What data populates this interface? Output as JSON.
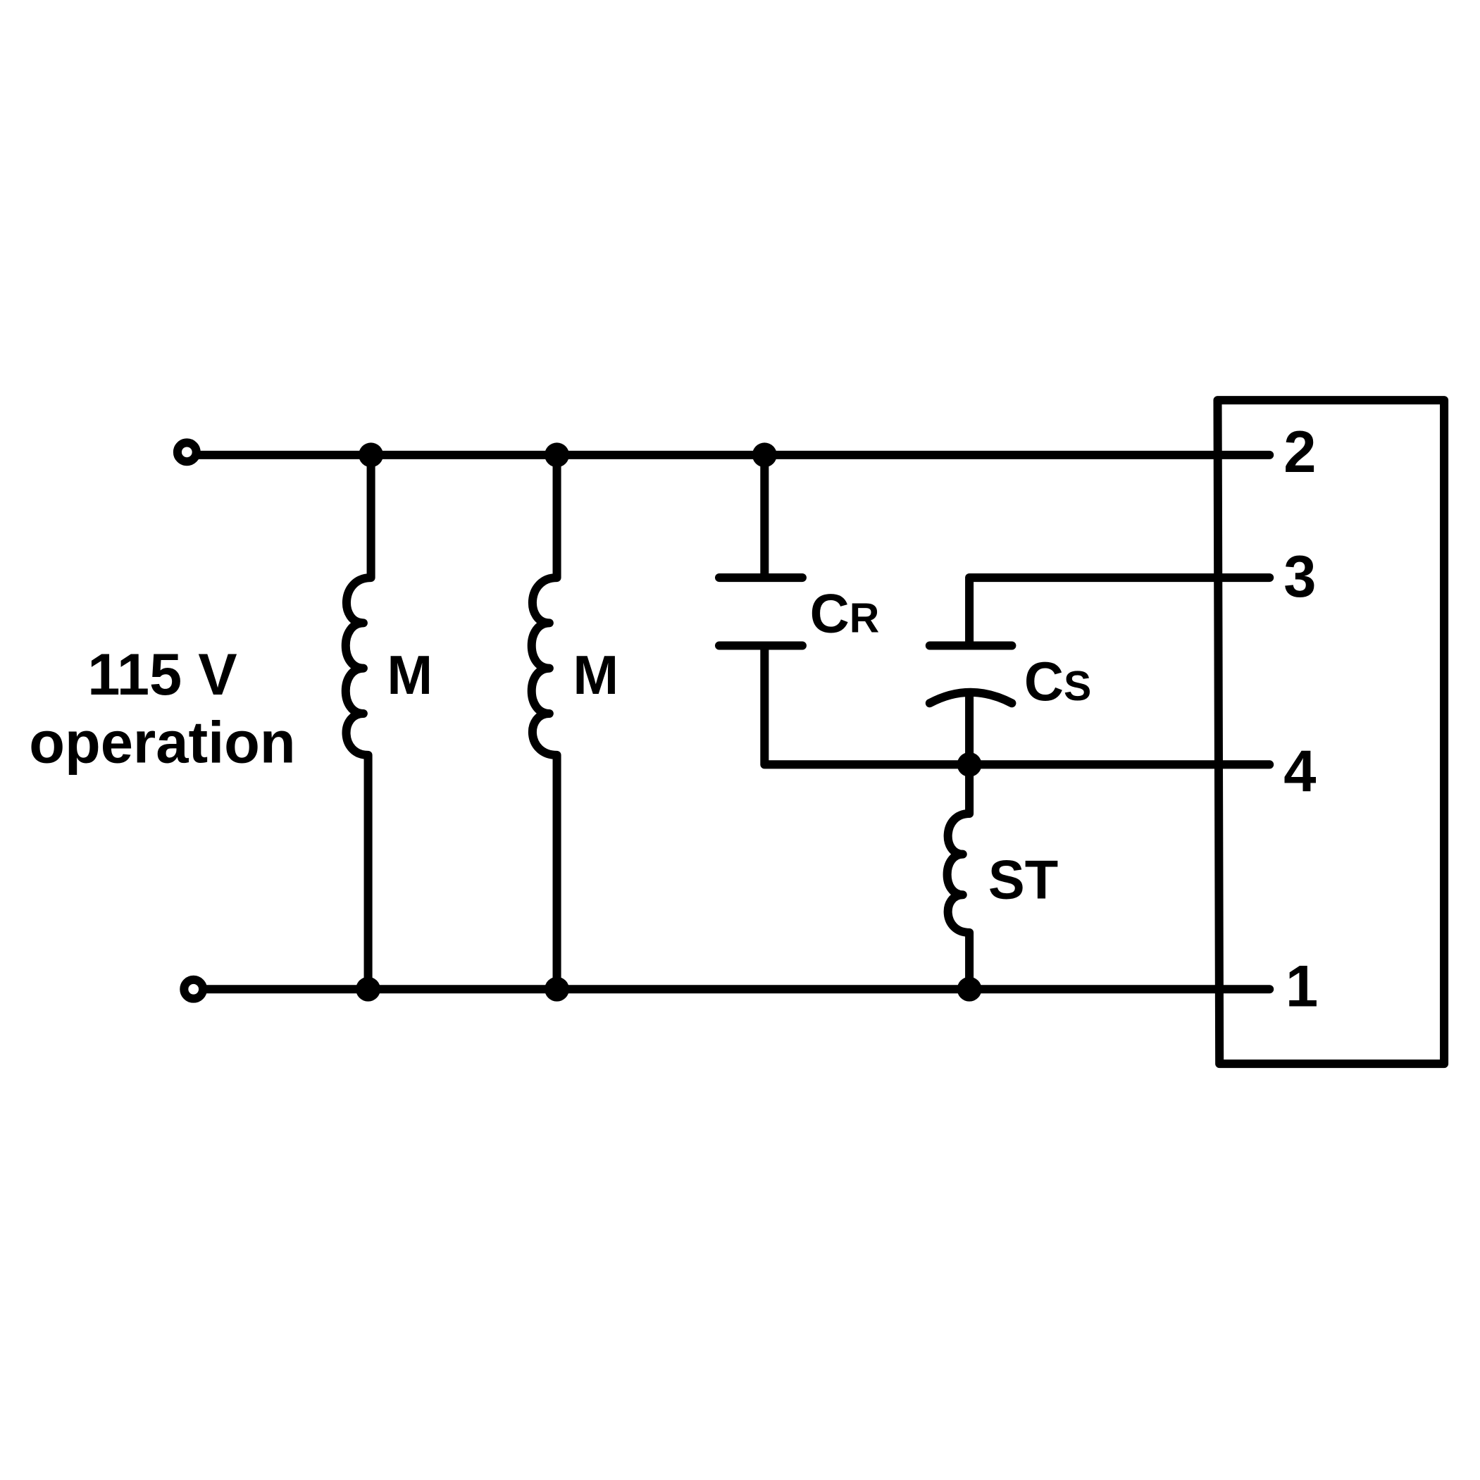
{
  "supply_label": {
    "line1": "115 V",
    "line2": "operation"
  },
  "components": {
    "main_winding_1": "M",
    "main_winding_2": "M",
    "run_capacitor": {
      "main": "C",
      "sub": "R"
    },
    "start_capacitor": {
      "main": "C",
      "sub": "S"
    },
    "start_winding": "ST"
  },
  "terminals": [
    "2",
    "3",
    "4",
    "1"
  ],
  "colors": {
    "ink": "#000000",
    "background": "#ffffff"
  }
}
